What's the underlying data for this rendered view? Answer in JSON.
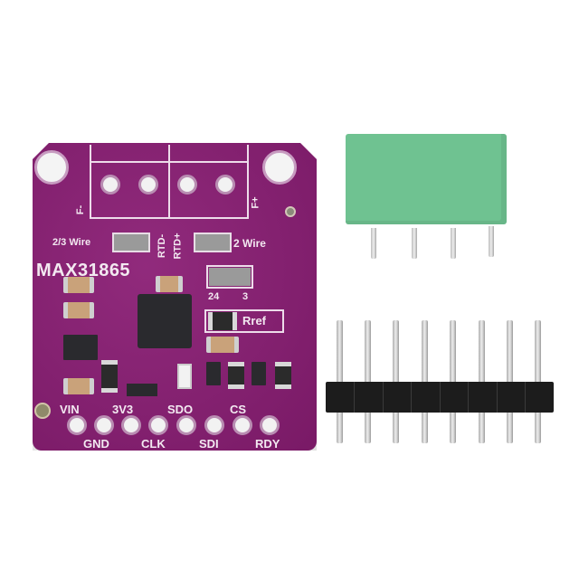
{
  "scene": {
    "description": "Product photo: MAX31865 RTD amplifier breakout board with green terminal block and 8-pin male header",
    "background": "#ffffff"
  },
  "board": {
    "chip_label": "MAX31865",
    "color": "#8a1d74",
    "top_labels": {
      "f_minus": "F-",
      "f_plus": "F+",
      "rtd_minus": "RTD-",
      "rtd_plus": "RTD+",
      "wire_23": "2/3 Wire",
      "wire_2": "2 Wire",
      "jumper_24": "24",
      "jumper_3": "3",
      "rref": "Rref"
    },
    "pins_top_row": [
      "VIN",
      "3V3",
      "SDO",
      "CS"
    ],
    "pins_bottom_row": [
      "GND",
      "CLK",
      "SDI",
      "RDY"
    ],
    "pin_count": 8
  },
  "terminal_block": {
    "color": "#6fc291",
    "pin_count": 4
  },
  "pin_header": {
    "color": "#1c1c1c",
    "pin_count": 8
  }
}
